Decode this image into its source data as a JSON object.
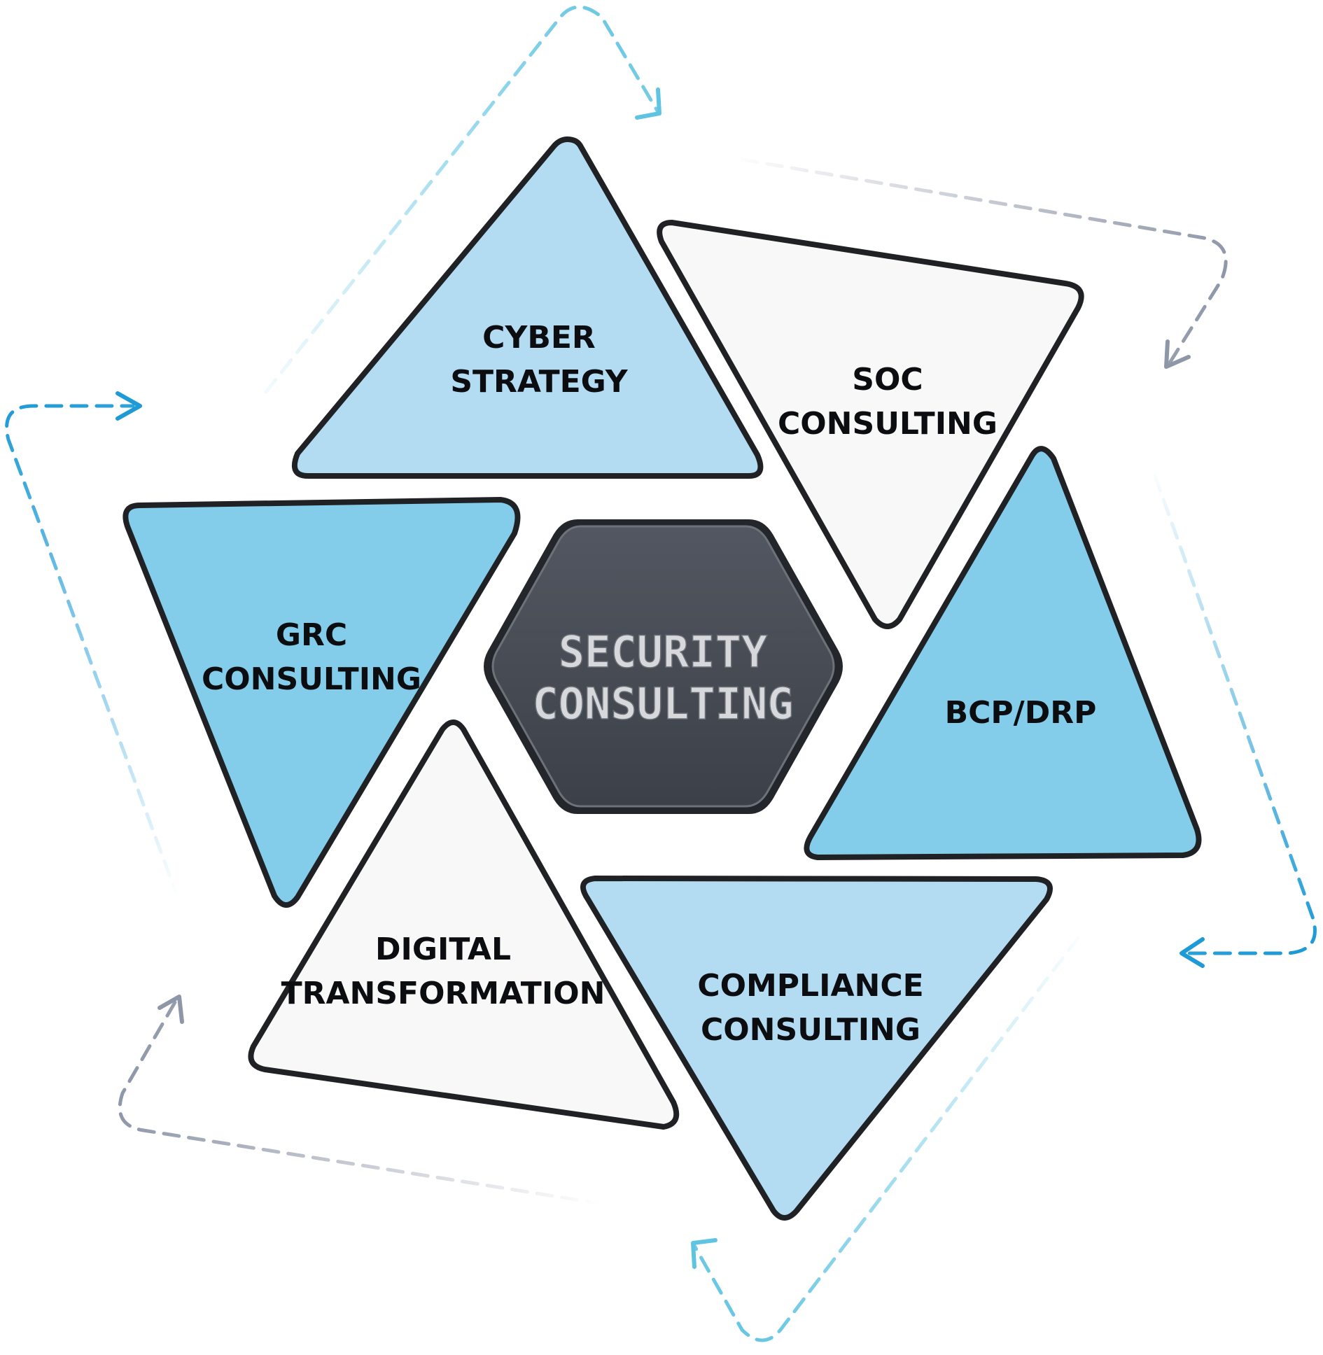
{
  "center": {
    "line1": "SECURITY",
    "line2": "CONSULTING"
  },
  "segments": [
    {
      "id": "cyber-strategy",
      "line1": "CYBER",
      "line2": "STRATEGY",
      "color": "#b3dcf2"
    },
    {
      "id": "soc-consulting",
      "line1": "SOC",
      "line2": "CONSULTING",
      "color": "#f8f8f8"
    },
    {
      "id": "bcp-drp",
      "line1": "BCP/DRP",
      "line2": "",
      "color": "#84cdea"
    },
    {
      "id": "compliance-consulting",
      "line1": "COMPLIANCE",
      "line2": "CONSULTING",
      "color": "#b3dcf2"
    },
    {
      "id": "digital-transformation",
      "line1": "DIGITAL",
      "line2": "TRANSFORMATION",
      "color": "#f8f8f8"
    },
    {
      "id": "grc-consulting",
      "line1": "GRC",
      "line2": "CONSULTING",
      "color": "#84cdea"
    }
  ],
  "colors": {
    "arrow_cyan": "#5fc3e2",
    "arrow_blue": "#1e9bd6",
    "arrow_grey": "#8e97a8",
    "hexagon": "#454a53"
  }
}
